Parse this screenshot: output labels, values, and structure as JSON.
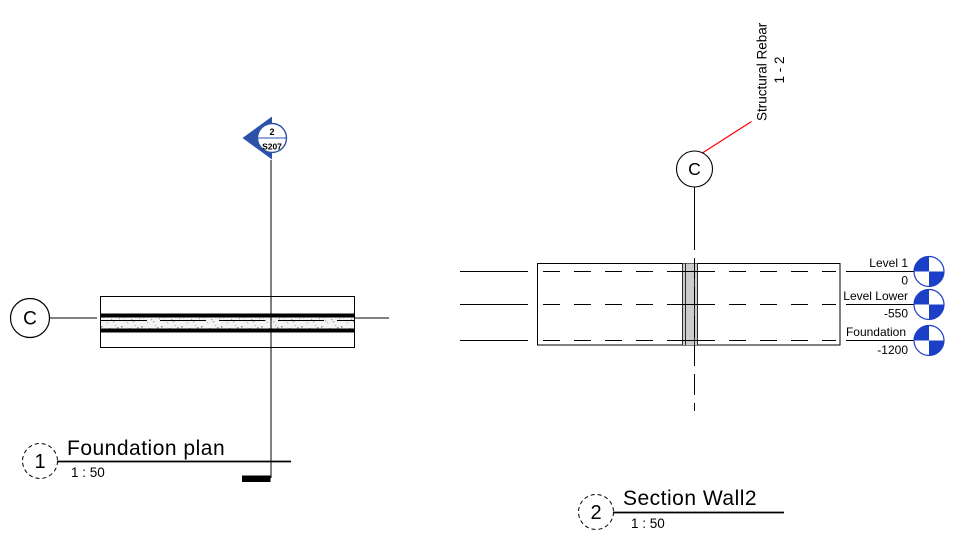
{
  "colors": {
    "annotation_blue": "#2b52a8",
    "level_icon_blue": "#1c3fc8",
    "tag_red": "#ff0000",
    "concrete_gray": "#cccccc"
  },
  "plan_view": {
    "number": "1",
    "title": "Foundation plan",
    "scale": "1 : 50",
    "grid_bubble": "C",
    "section_marker": {
      "detail_number": "2",
      "sheet_number": "S207"
    }
  },
  "section_view": {
    "number": "2",
    "title": "Section Wall2",
    "scale": "1 : 50",
    "grid_bubble": "C",
    "rebar_tag": {
      "line1": "Structural Rebar",
      "line2": "1 - 2"
    },
    "levels": [
      {
        "name": "Level 1",
        "elevation": "0"
      },
      {
        "name": "Level Lower",
        "elevation": "-550"
      },
      {
        "name": "Foundation",
        "elevation": "-1200"
      }
    ]
  }
}
